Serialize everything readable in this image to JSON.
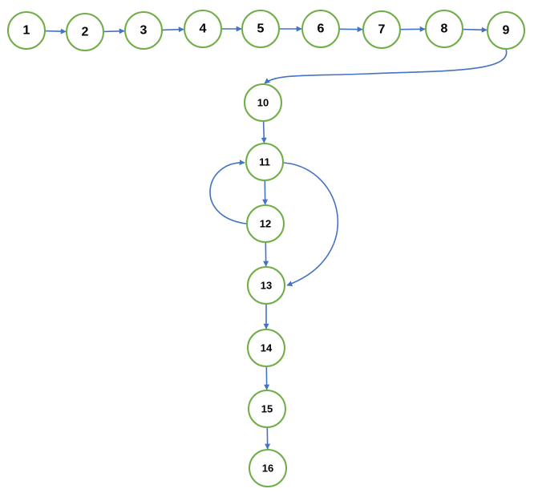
{
  "diagram": {
    "nodes": [
      {
        "id": "1",
        "label": "1"
      },
      {
        "id": "2",
        "label": "2"
      },
      {
        "id": "3",
        "label": "3"
      },
      {
        "id": "4",
        "label": "4"
      },
      {
        "id": "5",
        "label": "5"
      },
      {
        "id": "6",
        "label": "6"
      },
      {
        "id": "7",
        "label": "7"
      },
      {
        "id": "8",
        "label": "8"
      },
      {
        "id": "9",
        "label": "9"
      },
      {
        "id": "10",
        "label": "10"
      },
      {
        "id": "11",
        "label": "11"
      },
      {
        "id": "12",
        "label": "12"
      },
      {
        "id": "13",
        "label": "13"
      },
      {
        "id": "14",
        "label": "14"
      },
      {
        "id": "15",
        "label": "15"
      },
      {
        "id": "16",
        "label": "16"
      }
    ],
    "edges": [
      {
        "from": "1",
        "to": "2"
      },
      {
        "from": "2",
        "to": "3"
      },
      {
        "from": "3",
        "to": "4"
      },
      {
        "from": "4",
        "to": "5"
      },
      {
        "from": "5",
        "to": "6"
      },
      {
        "from": "6",
        "to": "7"
      },
      {
        "from": "7",
        "to": "8"
      },
      {
        "from": "8",
        "to": "9"
      },
      {
        "from": "9",
        "to": "10"
      },
      {
        "from": "10",
        "to": "11"
      },
      {
        "from": "11",
        "to": "12"
      },
      {
        "from": "12",
        "to": "11"
      },
      {
        "from": "12",
        "to": "13"
      },
      {
        "from": "11",
        "to": "13"
      },
      {
        "from": "13",
        "to": "14"
      },
      {
        "from": "14",
        "to": "15"
      },
      {
        "from": "15",
        "to": "16"
      }
    ],
    "colors": {
      "node_stroke": "#70ad47",
      "edge": "#4472c4",
      "text": "#000000"
    }
  }
}
